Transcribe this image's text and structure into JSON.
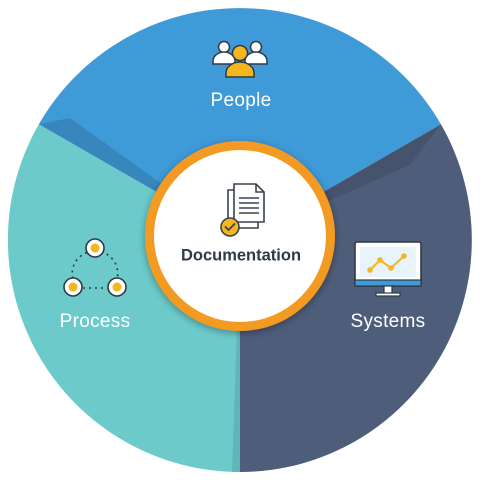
{
  "diagram": {
    "center": {
      "label": "Documentation",
      "icon": "documents-check-icon",
      "ring_color": "#f39a21",
      "fill_color": "#ffffff"
    },
    "segments": [
      {
        "id": "people",
        "label": "People",
        "icon": "people-group-icon",
        "color": "#3f9ad8"
      },
      {
        "id": "systems",
        "label": "Systems",
        "icon": "monitor-chart-icon",
        "color": "#4e5d79"
      },
      {
        "id": "process",
        "label": "Process",
        "icon": "process-cycle-icon",
        "color": "#6ccacb"
      }
    ],
    "accent_color": "#f5b51f"
  }
}
